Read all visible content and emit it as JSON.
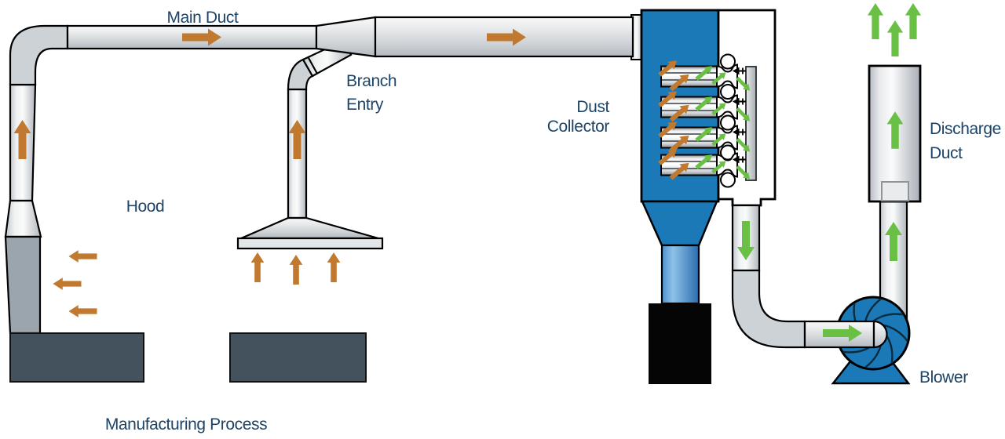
{
  "labels": {
    "main_duct": "Main Duct",
    "branch_entry": [
      "Branch",
      "Entry"
    ],
    "hood": "Hood",
    "manufacturing_process": "Manufacturing Process",
    "dust_collector": [
      "Dust",
      "Collector"
    ],
    "discharge_duct": [
      "Discharge",
      "Duct"
    ],
    "blower": "Blower"
  },
  "colors": {
    "collector_blue": "#1b79b8",
    "machine_slate": "#44525e",
    "dirty_air_orange": "#c0792f",
    "clean_air_green": "#6abf45",
    "label_navy": "#1d4467",
    "duct_gray_light": "#eef0f2",
    "duct_gray_dark": "#b1b7bd",
    "elbow_gray": "#cdd2d7",
    "bin_black": "#050505"
  }
}
